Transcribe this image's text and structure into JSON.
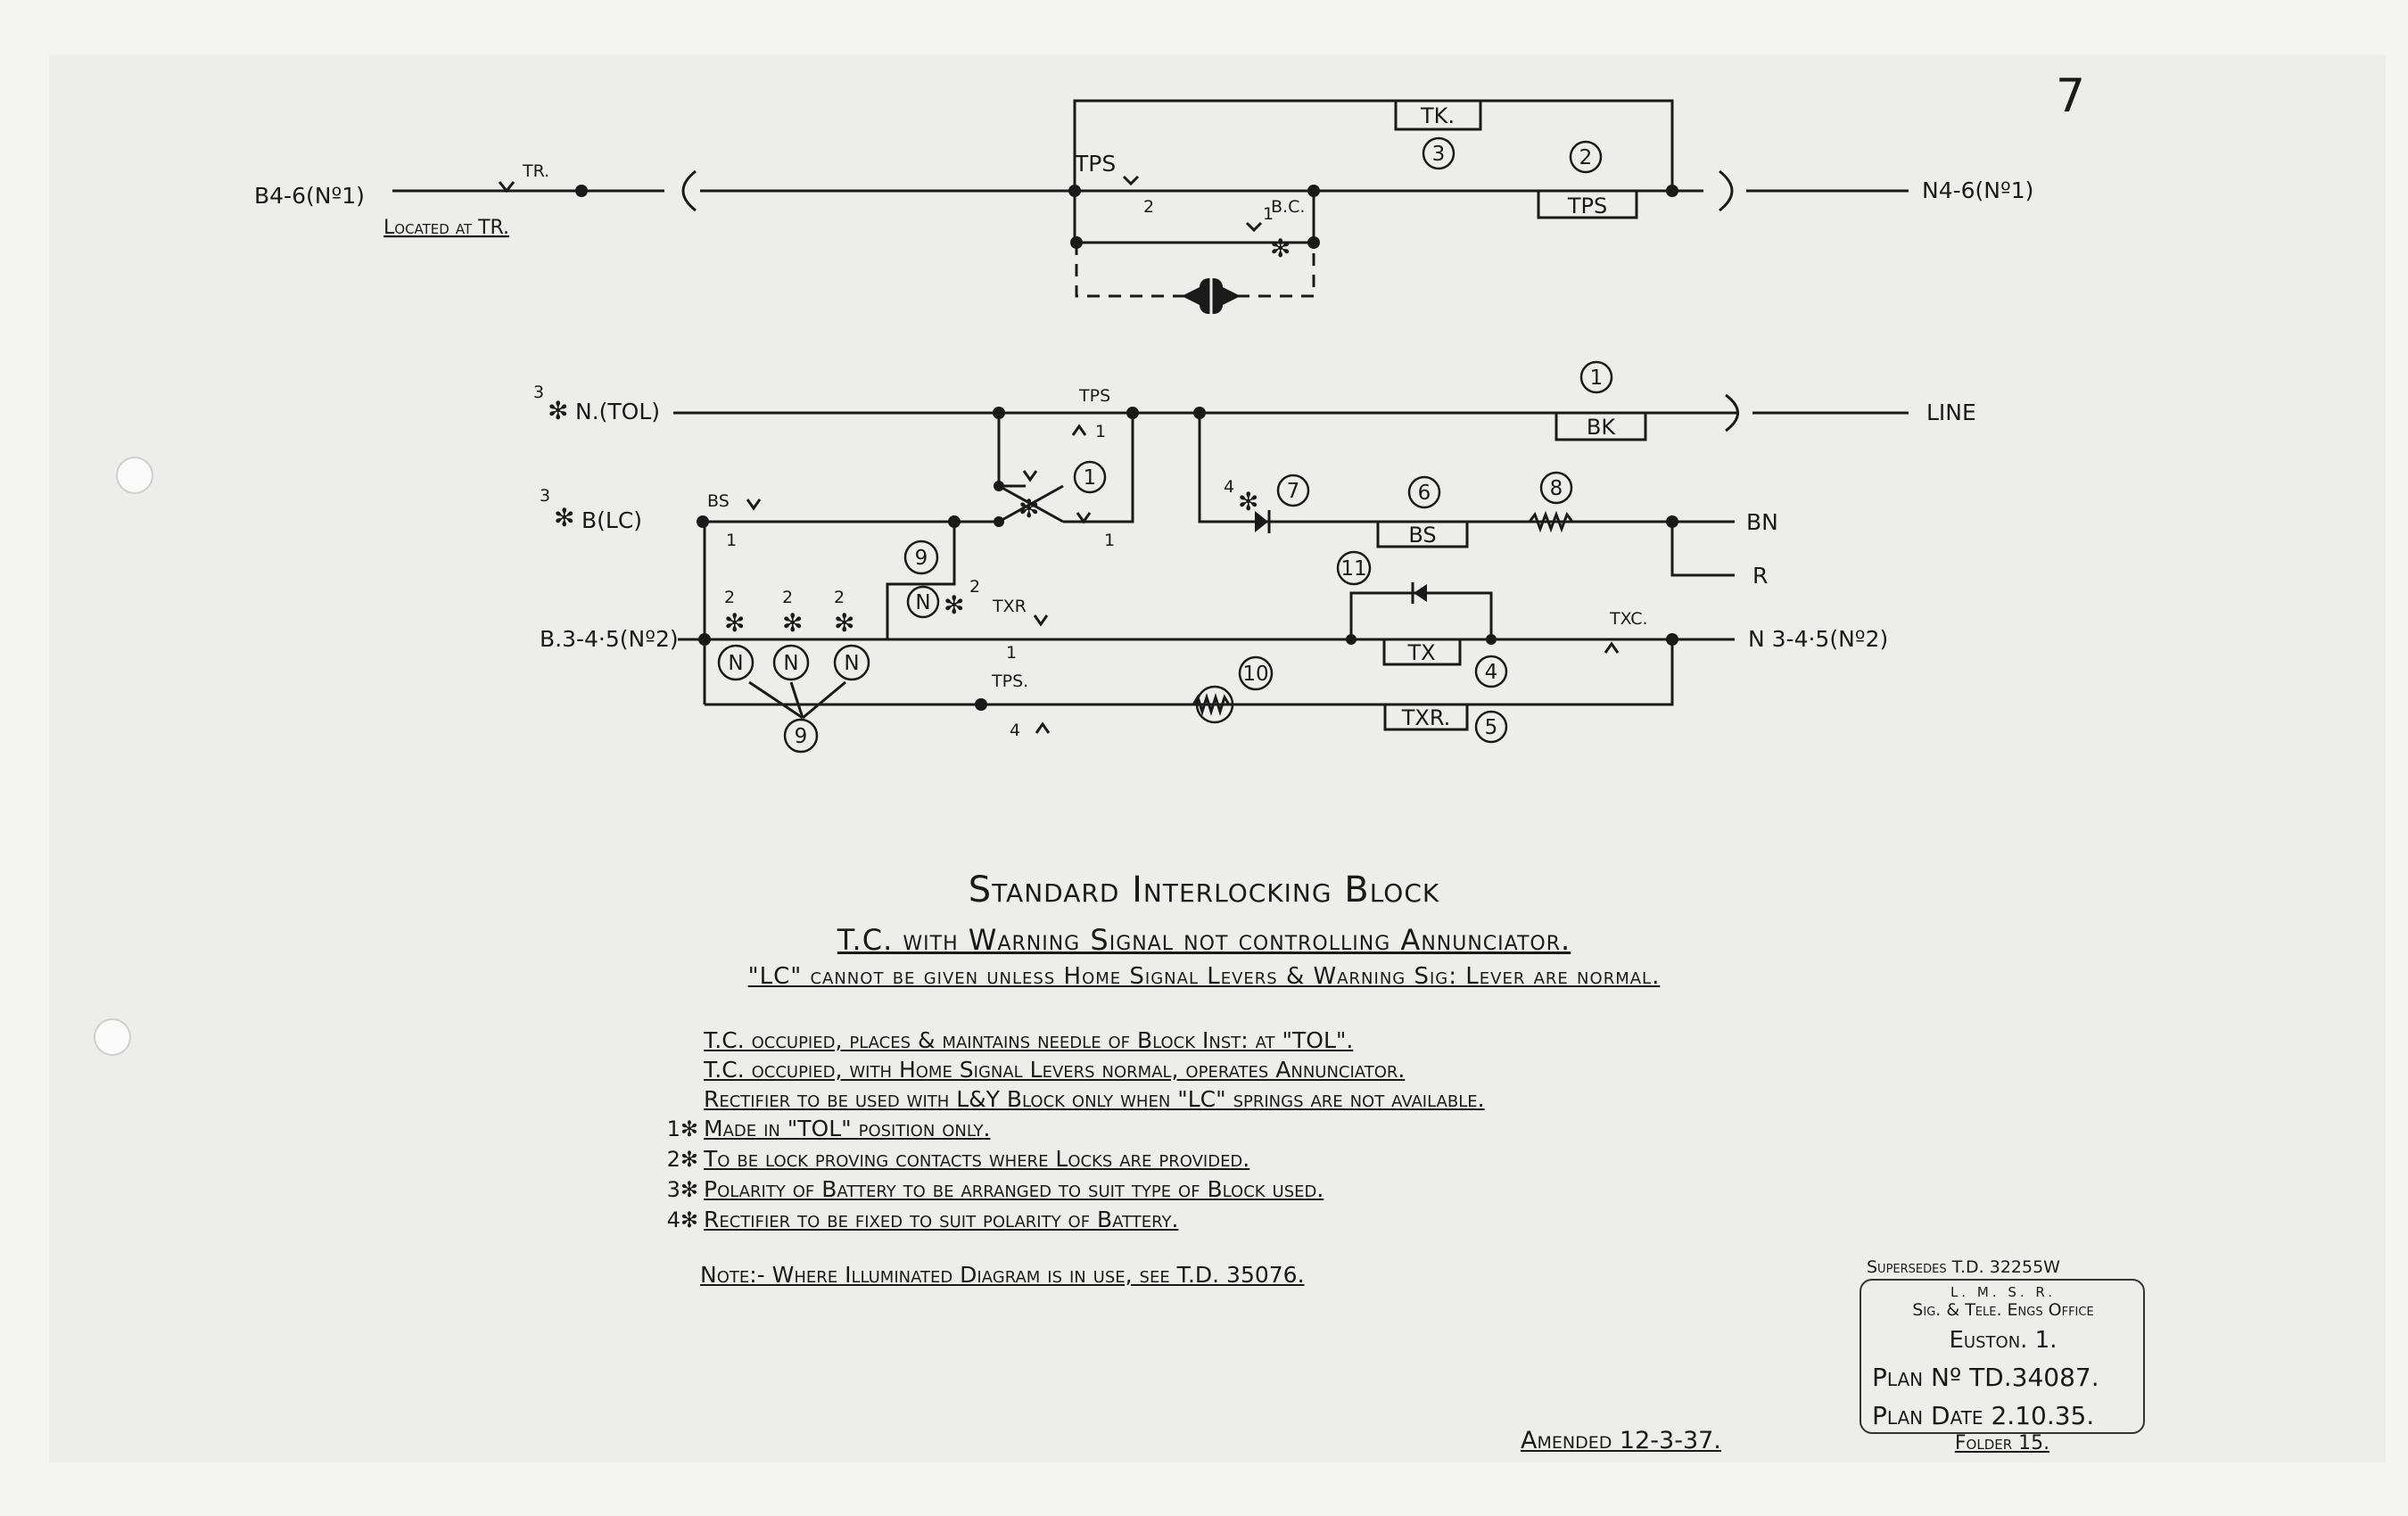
{
  "page_number": "7",
  "circuit1": {
    "left_terminal": "B4-6(Nº1)",
    "tr_label": "TR.",
    "located": "Located at TR.",
    "tps_label": "TPS",
    "tps_contact": "2",
    "tk_box": "TK.",
    "tk_num": "3",
    "tps_box": "TPS",
    "tps_num": "2",
    "bc_label": "B.C.",
    "bc_mark": "1",
    "right_terminal": "N4-6(Nº1)"
  },
  "circuit2": {
    "n_tol": "N.(TOL)",
    "n_tol_mark": "3",
    "b_lc": "B(LC)",
    "b_lc_mark": "3",
    "b345": "B.3-4·5(Nº2)",
    "tps_top": "TPS",
    "tps_top_contact": "1",
    "bs_label": "BS",
    "bs_contact": "1",
    "contact_right": "1",
    "num1_switch": "1",
    "bk_box": "BK",
    "bk_num": "1",
    "line": "LINE",
    "rect_mark": "4",
    "num7": "7",
    "bs_box": "BS",
    "num6": "6",
    "num8": "8",
    "bn": "BN",
    "r": "R",
    "num9a": "9",
    "n_symbol": "N",
    "num9a_mark": "2",
    "lock_mark": "2",
    "txr_label": "TXR",
    "txr_contact": "1",
    "num11": "11",
    "tx_box": "TX",
    "num4": "4",
    "txc_label": "TXC.",
    "right_terminal": "N 3-4·5(Nº2)",
    "tps_bottom": "TPS.",
    "tps_bottom_contact": "4",
    "num10": "10",
    "txr_box": "TXR.",
    "num5": "5",
    "num9b": "9"
  },
  "titles": {
    "main": "Standard Interlocking Block",
    "sub": "T.C. with Warning Signal not controlling Annunciator.",
    "sub2": "\"LC\" cannot be given unless Home Signal Levers & Warning Sig: Lever are normal."
  },
  "notes": {
    "line1": "T.C. occupied, places & maintains needle of Block Inst: at \"TOL\".",
    "line2": "T.C. occupied, with Home Signal Levers normal, operates Annunciator.",
    "line3": "Rectifier to be used with L&Y Block only when \"LC\" springs are not available.",
    "f1_mark": "1✻",
    "f1": "Made in \"TOL\" position only.",
    "f2_mark": "2✻",
    "f2": "To be lock proving contacts where Locks are provided.",
    "f3_mark": "3✻",
    "f3": "Polarity of Battery to be arranged to suit type of Block used.",
    "f4_mark": "4✻",
    "f4": "Rectifier to be fixed to suit polarity of Battery."
  },
  "note": "Note:- Where Illuminated Diagram is in use, see T.D. 35076.",
  "amended": "Amended 12-3-37.",
  "stamp": {
    "supersedes": "Supersedes T.D. 32255W",
    "org": "L. M. S. R.",
    "office": "Sig. & Tele. Engs Office",
    "city": "Euston. 1.",
    "plan_no": "Plan Nº TD.34087.",
    "plan_date": "Plan Date 2.10.35.",
    "folder": "Folder 15."
  }
}
